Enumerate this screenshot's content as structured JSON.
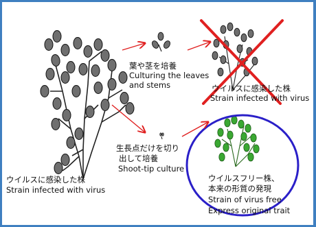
{
  "labels": {
    "culture_leaves_jp": "葉や茎を培養",
    "culture_leaves_en_1": "Culturing the leaves",
    "culture_leaves_en_2": "and stems",
    "infected_right_jp": "ウイルスに感染した株",
    "infected_right_en": "Strain infected with virus",
    "shoot_tip_jp_1": "生長点だけを切り",
    "shoot_tip_jp_2": "出して培養",
    "shoot_tip_en": "Shoot-tip culture",
    "infected_left_jp": "ウイルスに感染した株",
    "infected_left_en": "Strain infected with virus",
    "virus_free_jp_1": "ウイルスフリー株、",
    "virus_free_jp_2": "本来の形質の発現",
    "virus_free_en_1": "Strain of virus free",
    "virus_free_en_2": "Express original trait"
  },
  "colors": {
    "border": "#3f7fc0",
    "arrow": "#e02020",
    "cross": "#e02020",
    "circle": "#2a1fc8",
    "infected_leaf": "#6f6f6f",
    "healthy_leaf": "#3aa832"
  }
}
